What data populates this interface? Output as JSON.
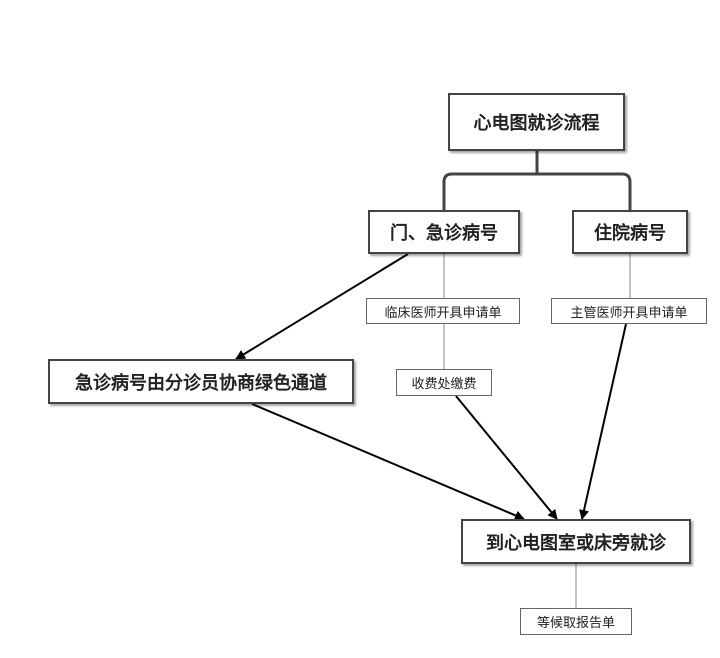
{
  "nodes": {
    "root": "心电图就诊流程",
    "outpatient": "门、急诊病号",
    "inpatient": "住院病号",
    "green_channel": "急诊病号由分诊员协商绿色通道",
    "ecg_room": "到心电图室或床旁就诊"
  },
  "tags": {
    "clinic_request": "临床医师开具申请单",
    "payment": "收费处缴费",
    "ward_request": "主管医师开具申请单",
    "wait_report": "等候取报告单"
  },
  "colors": {
    "line": "#000000",
    "border": "#444444"
  }
}
